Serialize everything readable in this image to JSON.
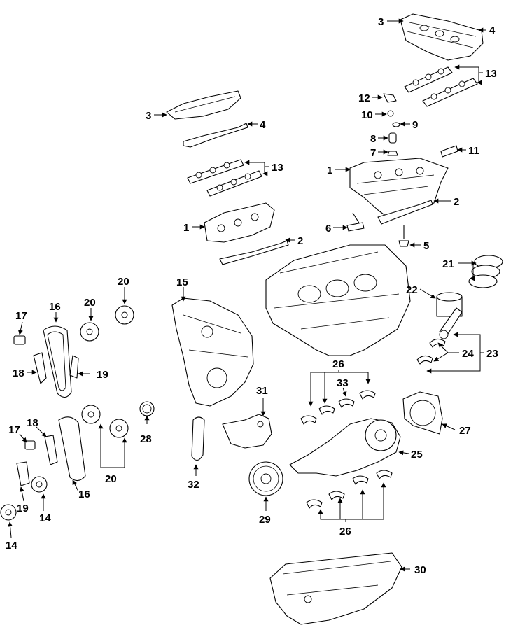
{
  "callouts": {
    "c1a": "3",
    "c1b": "4",
    "c1c": "13",
    "c1d": "12",
    "c1e": "10",
    "c1f": "9",
    "c1g": "8",
    "c1h": "7",
    "c1i": "11",
    "c1j": "1",
    "c1k": "2",
    "c1l": "6",
    "c1m": "5",
    "c2a": "3",
    "c2b": "4",
    "c2c": "13",
    "c2d": "1",
    "c2e": "2",
    "c3a": "15",
    "c3b": "20",
    "c3c": "20",
    "c3d": "16",
    "c3e": "17",
    "c3f": "18",
    "c3g": "19",
    "c4a": "21",
    "c4b": "22",
    "c4c": "24",
    "c4d": "23",
    "c5a": "26",
    "c5b": "33",
    "c5c": "27",
    "c5d": "25",
    "c5e": "26",
    "c6a": "31",
    "c6b": "28",
    "c6c": "32",
    "c6d": "29",
    "c6e": "30",
    "c7a": "18",
    "c7b": "17",
    "c7c": "20",
    "c7d": "16",
    "c7e": "19",
    "c7f": "14",
    "c7g": "14"
  }
}
